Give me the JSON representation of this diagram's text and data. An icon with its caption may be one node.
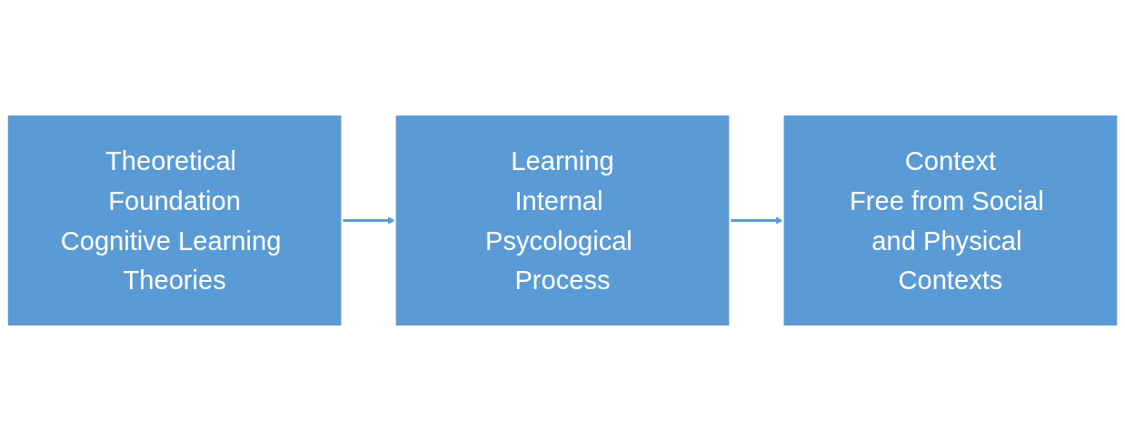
{
  "diagram": {
    "nodes": [
      {
        "text": [
          "Theoretical Foundation",
          "Cognitive Learning Theories"
        ]
      },
      {
        "text": [
          "Learning",
          "Internal Psycological Process"
        ]
      },
      {
        "text": [
          "Context",
          "Free from Social and Physical Contexts"
        ]
      }
    ],
    "edges": [
      {
        "from": 0,
        "to": 1,
        "arrow": "to"
      },
      {
        "from": 1,
        "to": 2,
        "arrow": "to"
      }
    ]
  }
}
